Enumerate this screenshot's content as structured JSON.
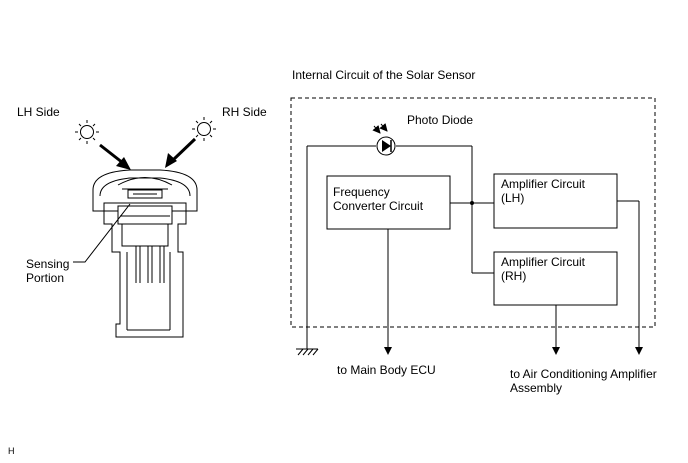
{
  "labels": {
    "lh_side": "LH Side",
    "rh_side": "RH Side",
    "sensing": [
      "Sensing",
      "Portion"
    ],
    "internal_title": "Internal Circuit of the Solar Sensor",
    "photo_diode": "Photo Diode",
    "freq_conv": [
      "Frequency",
      "Converter Circuit"
    ],
    "amp_lh": [
      "Amplifier Circuit",
      "(LH)"
    ],
    "amp_rh": [
      "Amplifier Circuit",
      "(RH)"
    ],
    "to_main_ecu": "to Main Body ECU",
    "to_ac_amp": [
      "to Air Conditioning Amplifier",
      "Assembly"
    ],
    "corner_mark": "H"
  }
}
